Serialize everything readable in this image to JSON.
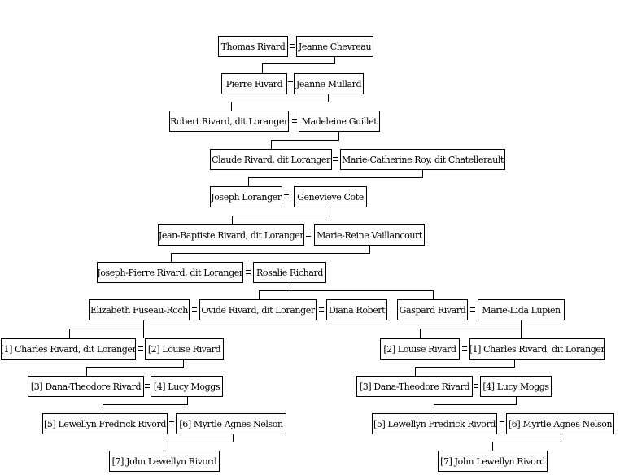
{
  "people": {
    "thomas_rivard": "Thomas Rivard",
    "jeanne_chevreau": "Jeanne Chevreau",
    "pierre_rivard": "Pierre Rivard",
    "jeanne_mullard": "Jeanne Mullard",
    "robert_rivard": "Robert Rivard, dit Loranger",
    "madeleine_guillet": "Madeleine Guillet",
    "claude_rivard": "Claude Rivard, dit Loranger",
    "marie_catherine_roy": "Marie-Catherine Roy, dit Chatellerault",
    "joseph_loranger": "Joseph Loranger",
    "genevieve_cote": "Genevieve Cote",
    "jean_baptiste_rivard": "Jean-Baptiste Rivard, dit Loranger",
    "marie_reine_vaillancourt": "Marie-Reine Vaillancourt",
    "joseph_pierre_rivard": "Joseph-Pierre Rivard, dit Loranger",
    "rosalie_richard": "Rosalie Richard",
    "elizabeth_fuseau_roch": "Elizabeth Fuseau-Roch",
    "ovide_rivard": "Ovide Rivard, dit Loranger",
    "diana_robert": "Diana Robert",
    "gaspard_rivard": "Gaspard Rivard",
    "marie_lida_lupien": "Marie-Lida Lupien",
    "charles_rivard_left": "[1] Charles Rivard, dit Loranger",
    "louise_rivard_left": "[2] Louise Rivard",
    "louise_rivard_right": "[2] Louise Rivard",
    "charles_rivard_right": "[1] Charles Rivard, dit Loranger",
    "dana_theodore_left": "[3] Dana-Theodore Rivard",
    "lucy_moggs_left": "[4] Lucy Moggs",
    "dana_theodore_right": "[3] Dana-Theodore Rivard",
    "lucy_moggs_right": "[4] Lucy Moggs",
    "lewellyn_fredrick_left": "[5] Lewellyn Fredrick Rivord",
    "myrtle_nelson_left": "[6] Myrtle Agnes Nelson",
    "lewellyn_fredrick_right": "[5] Lewellyn Fredrick Rivord",
    "myrtle_nelson_right": "[6] Myrtle Agnes Nelson",
    "john_lewellyn_left": "[7] John Lewellyn Rivord",
    "john_lewellyn_right": "[7] John Lewellyn Rivord"
  }
}
